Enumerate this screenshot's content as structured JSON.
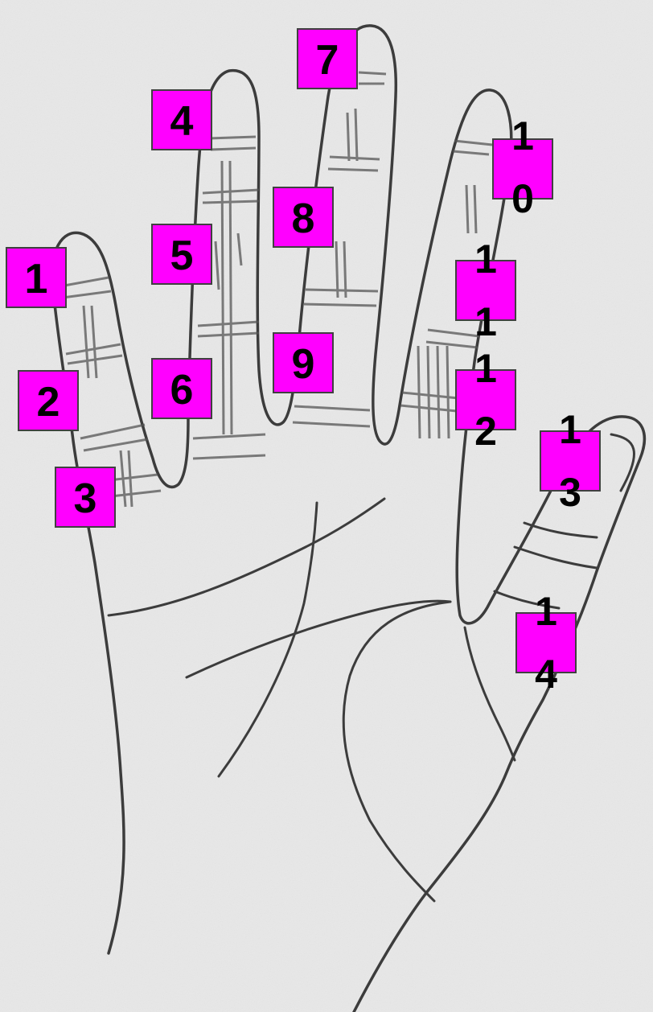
{
  "figure": {
    "subject": "hand-outline-with-finger-creases",
    "marker_color": "#ff00ff",
    "line_color": "#3a3a3a",
    "background": "#e6e6e6"
  },
  "markers": [
    {
      "id": "m1",
      "label": "1"
    },
    {
      "id": "m2",
      "label": "2"
    },
    {
      "id": "m3",
      "label": "3"
    },
    {
      "id": "m4",
      "label": "4"
    },
    {
      "id": "m5",
      "label": "5"
    },
    {
      "id": "m6",
      "label": "6"
    },
    {
      "id": "m7",
      "label": "7"
    },
    {
      "id": "m8",
      "label": "8"
    },
    {
      "id": "m9",
      "label": "9"
    },
    {
      "id": "m10",
      "label": "10"
    },
    {
      "id": "m11",
      "label": "11"
    },
    {
      "id": "m12",
      "label": "12"
    },
    {
      "id": "m13",
      "label": "13"
    },
    {
      "id": "m14",
      "label": "14"
    }
  ]
}
